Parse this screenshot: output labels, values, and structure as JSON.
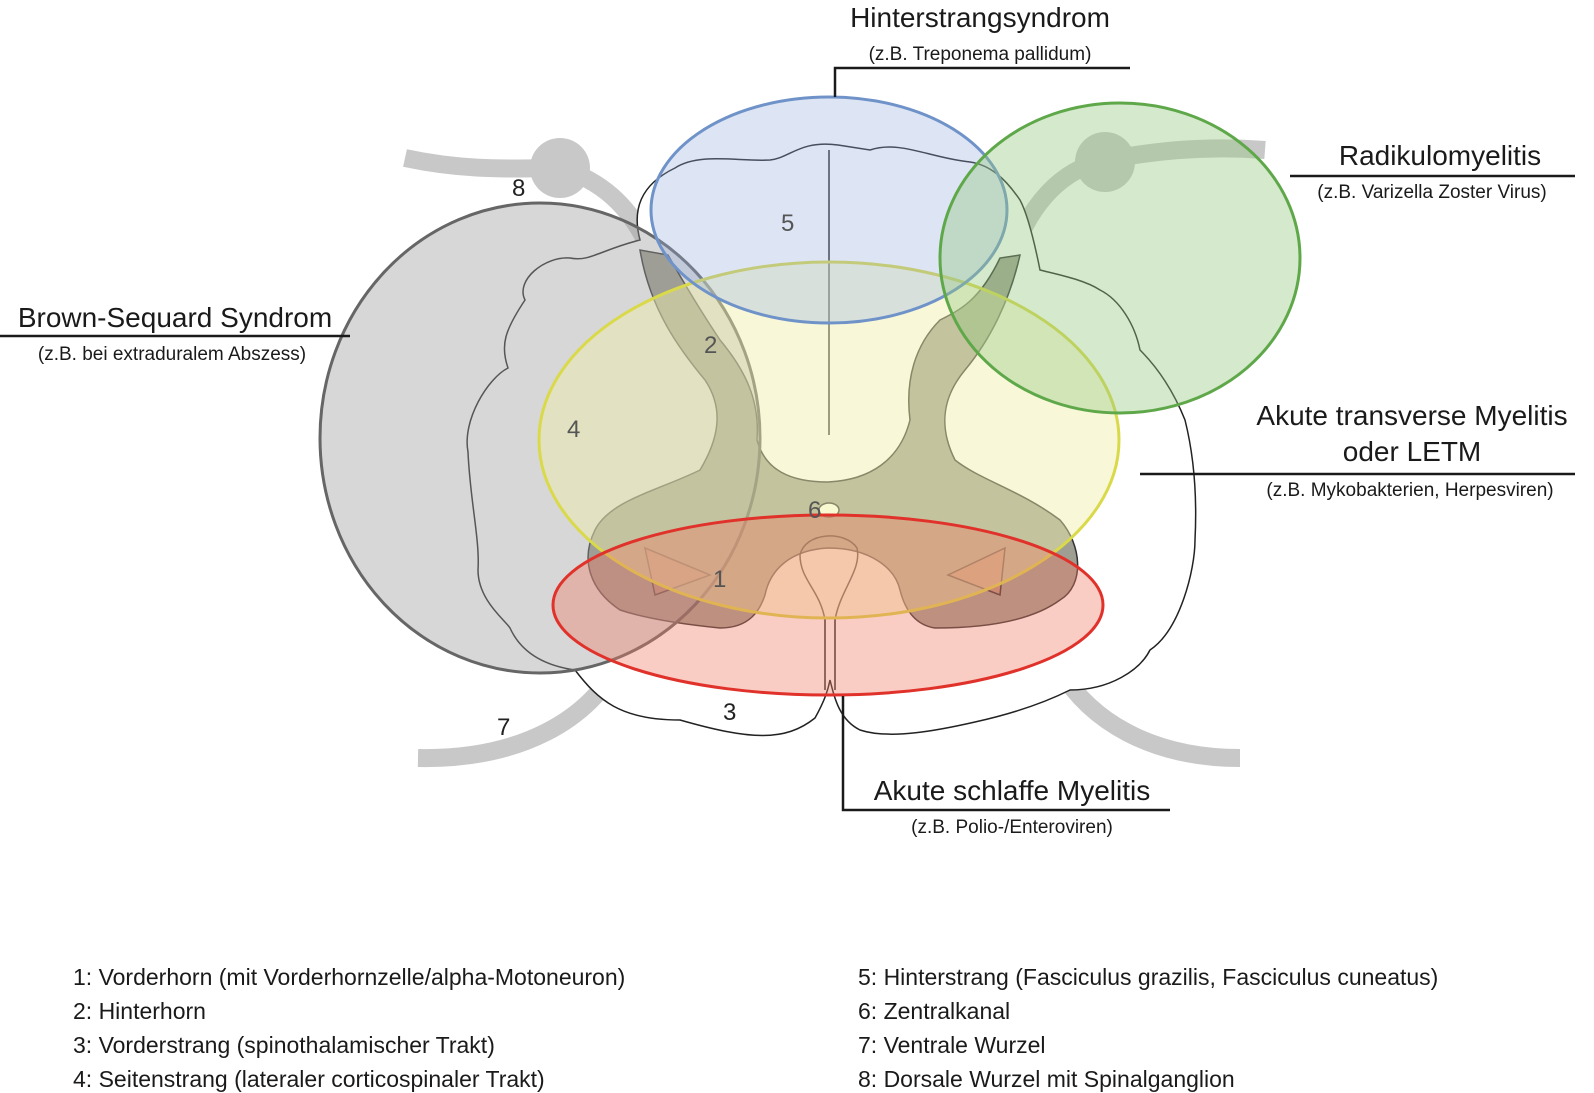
{
  "syndromes": {
    "hinterstrang": {
      "title": "Hinterstrangsyndrom",
      "example": "(z.B. Treponema pallidum)",
      "color": "#6f93c9"
    },
    "radikulo": {
      "title": "Radikulomyelitis",
      "example": "(z.B. Varizella Zoster Virus)",
      "color": "#5fa84a"
    },
    "brown": {
      "title": "Brown-Sequard Syndrom",
      "example": "(z.B. bei extraduralem Abszess)",
      "color": "#666666"
    },
    "transverse": {
      "title_line1": "Akute transverse Myelitis",
      "title_line2": "oder LETM",
      "example": "(z.B. Mykobakterien, Herpesviren)",
      "color": "#d9d94a"
    },
    "schlaffe": {
      "title": "Akute schlaffe Myelitis",
      "example": "(z.B. Polio-/Enteroviren)",
      "color": "#e0322a"
    }
  },
  "numbers": {
    "n1": "1",
    "n2": "2",
    "n3": "3",
    "n4": "4",
    "n5": "5",
    "n6": "6",
    "n7": "7",
    "n8": "8"
  },
  "legend": {
    "left": [
      "1: Vorderhorn (mit Vorderhornzelle/alpha-Motoneuron)",
      "2: Hinterhorn",
      "3: Vorderstrang (spinothalamischer Trakt)",
      "4: Seitenstrang (lateraler corticospinaler Trakt)"
    ],
    "right": [
      "5: Hinterstrang (Fasciculus grazilis, Fasciculus cuneatus)",
      "6: Zentralkanal",
      "7: Ventrale Wurzel",
      "8: Dorsale Wurzel mit Spinalganglion"
    ]
  }
}
